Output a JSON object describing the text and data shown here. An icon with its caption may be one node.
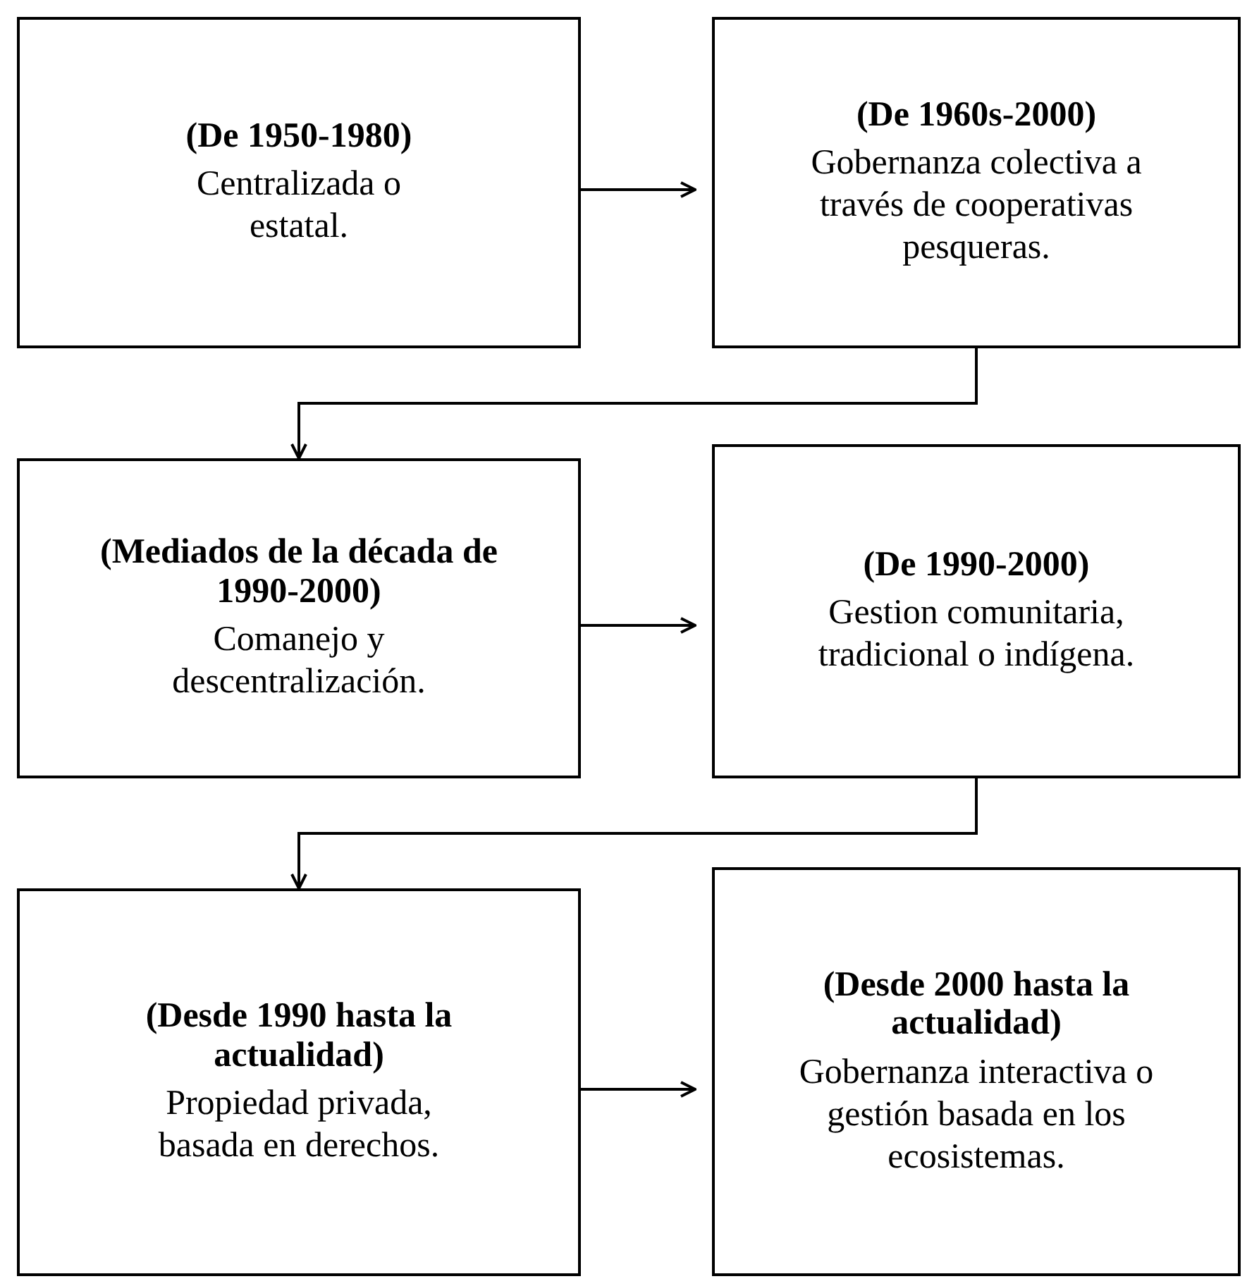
{
  "diagram": {
    "nodes": [
      {
        "text": [
          "(De 1950-1980)",
          "Centralizada o estatal."
        ]
      },
      {
        "text": [
          "(De 1960s-2000)",
          "Gobernanza colectiva a través de cooperativas pesqueras."
        ]
      },
      {
        "text": [
          "(Mediados de la década de 1990-2000)",
          "Comanejo y descentralización."
        ]
      },
      {
        "text": [
          "(De 1990-2000)",
          "Gestion comunitaria, tradicional o indígena."
        ]
      },
      {
        "text": [
          "(Desde 1990 hasta la actualidad)",
          "Propiedad privada, basada en derechos."
        ]
      },
      {
        "text": [
          "(Desde 2000 hasta la actualidad)",
          "Gobernanza interactiva o gestión basada en los ecosistemas."
        ]
      }
    ],
    "edges": [
      {
        "from": 0,
        "to": 1,
        "arrow": "to"
      },
      {
        "from": 1,
        "to": 2,
        "arrow": "to"
      },
      {
        "from": 2,
        "to": 3,
        "arrow": "to"
      },
      {
        "from": 3,
        "to": 4,
        "arrow": "to"
      },
      {
        "from": 4,
        "to": 5,
        "arrow": "to"
      }
    ]
  }
}
